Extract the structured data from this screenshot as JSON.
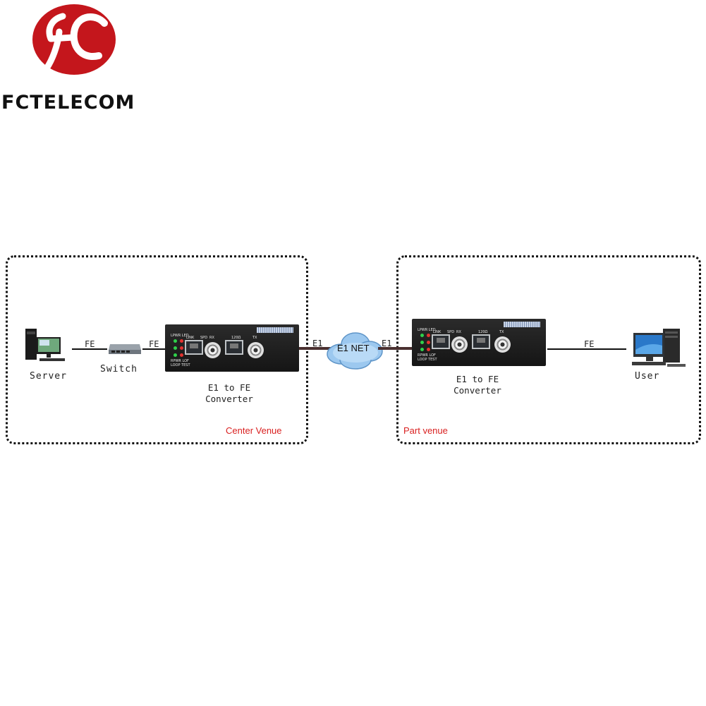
{
  "brand": {
    "name": "FCTELECOM",
    "logo_color": "#c4161c"
  },
  "venues": {
    "center": {
      "label": "Center Venue"
    },
    "part": {
      "label": "Part venue"
    }
  },
  "devices": {
    "server": {
      "label": "Server",
      "icon": "server-computer-icon"
    },
    "switch": {
      "label": "Switch",
      "icon": "network-switch-icon"
    },
    "converter_center": {
      "caption_line1": "E1 to FE",
      "caption_line2": "Converter"
    },
    "converter_part": {
      "caption_line1": "E1 to FE",
      "caption_line2": "Converter"
    },
    "user": {
      "label": "User",
      "icon": "desktop-computer-icon"
    }
  },
  "cloud": {
    "label": "E1 NET",
    "icon": "cloud-icon"
  },
  "links": {
    "server_switch": "FE",
    "switch_converter": "FE",
    "converter_e1_left": "E1",
    "converter_e1_right": "E1",
    "converter_user": "FE"
  },
  "panel_labels": {
    "lpwr_led": "LPWR LED",
    "link": "LINK",
    "spd": "SPD",
    "rx": "RX",
    "port_120": "120Ω",
    "tx": "TX",
    "rpwr_los": "RPWR LOF",
    "loop_test": "LOOP TEST"
  },
  "colors": {
    "venue_label": "#d92020",
    "led_green": "#2fd14a",
    "led_red": "#e3322f",
    "cloud": "#9cc8ef"
  }
}
